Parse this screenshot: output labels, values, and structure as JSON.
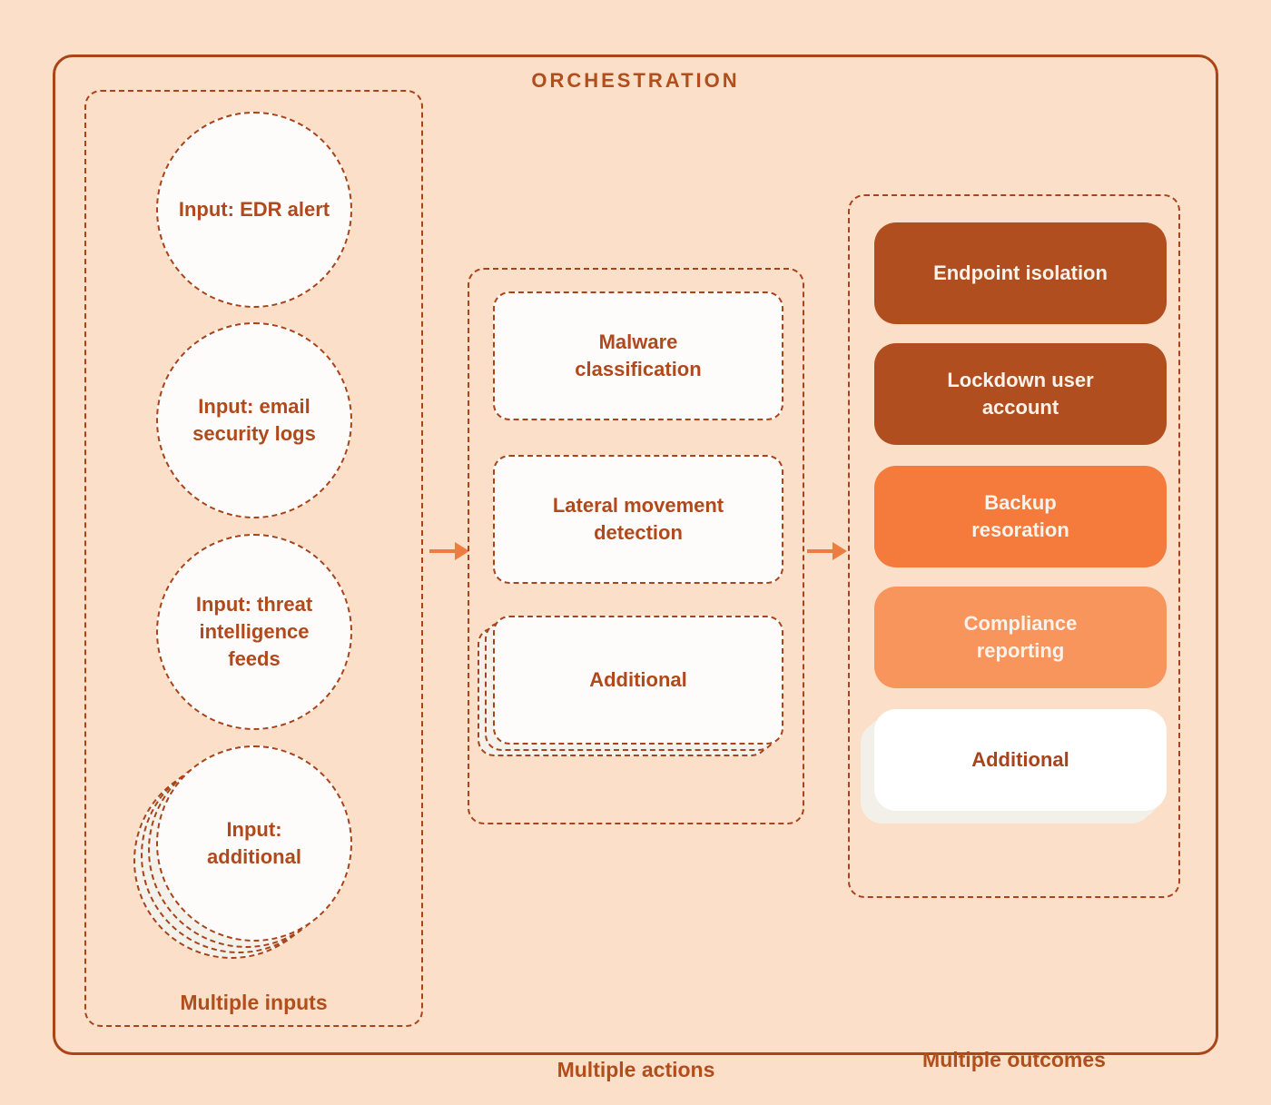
{
  "title": "ORCHESTRATION",
  "colors": {
    "background": "#fcdfc8",
    "frame_border": "#ab4518",
    "dashed_border": "#a8431a",
    "text_dark": "#b0491c",
    "node_fill": "#fefcfa",
    "outcome_dark": "#b04e1f",
    "outcome_medium": "#f47b3c",
    "outcome_light": "#f8955c",
    "outcome_white": "#ffffff",
    "arrow": "#ee7b3f",
    "text_on_color": "#fdf2ea"
  },
  "inputs": {
    "label": "Multiple inputs",
    "items": [
      {
        "label": "Input: EDR alert"
      },
      {
        "label": "Input: email\nsecurity logs"
      },
      {
        "label": "Input: threat\nintelligence\nfeeds"
      },
      {
        "label": "Input:\nadditional",
        "stacked": true
      }
    ]
  },
  "actions": {
    "label": "Multiple actions",
    "items": [
      {
        "label": "Malware\nclassification"
      },
      {
        "label": "Lateral movement\ndetection"
      },
      {
        "label": "Additional",
        "stacked": true
      }
    ]
  },
  "outcomes": {
    "label": "Multiple outcomes",
    "items": [
      {
        "label": "Endpoint isolation",
        "variant": "dark"
      },
      {
        "label": "Lockdown user\naccount",
        "variant": "dark"
      },
      {
        "label": "Backup\nresoration",
        "variant": "medium"
      },
      {
        "label": "Compliance\nreporting",
        "variant": "light"
      },
      {
        "label": "Additional",
        "variant": "white",
        "stacked": true
      }
    ]
  }
}
